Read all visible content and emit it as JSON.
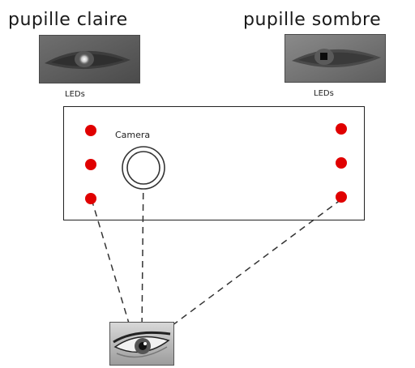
{
  "titles": {
    "left": "pupille claire",
    "right": "pupille sombre"
  },
  "labels": {
    "leds_left": "LEDs",
    "leds_right": "LEDs",
    "camera": "Camera"
  },
  "colors": {
    "led": "#e00000",
    "line": "#333333",
    "panel_border": "#222222"
  },
  "icons": {
    "camera": "camera-lens-icon",
    "eye": "eye-icon"
  }
}
